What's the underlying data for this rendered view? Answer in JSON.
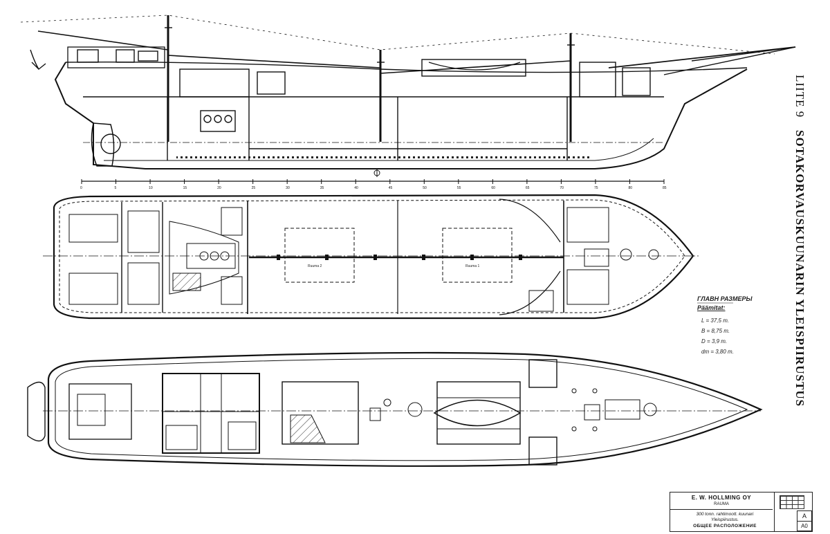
{
  "sheet": {
    "appendix_label": "LIITE 9",
    "title": "SOTAKORVAUSKUUNARIN YLEISPIIRUSTUS"
  },
  "main_dimensions": {
    "heading_ru": "ГЛАВН РАЗМЕРЫ",
    "heading_fi": "Päämitat:",
    "rows": [
      "L = 37,5 m.",
      "B = 8,75 m.",
      "D = 3,9 m.",
      "dm = 3,80 m."
    ]
  },
  "title_block": {
    "company": "E. W. HOLLMING OY",
    "city": "RAUMA",
    "description_line1": "300 tonn. rahtimoott. kuunari",
    "description_line2": "Yleispiirustus.",
    "description_line3": "ОБЩЕЕ РАСПОЛОЖЕНИЕ",
    "sheet_letter": "A",
    "sheet_code": "A0"
  },
  "compartments": {
    "hold_1": "Ruuma 1",
    "hold_2": "Ruuma 2"
  },
  "frame_scale": {
    "labels": [
      "0",
      "5",
      "10",
      "15",
      "20",
      "25",
      "30",
      "35",
      "40",
      "45",
      "50",
      "55",
      "60",
      "65",
      "70",
      "75",
      "80",
      "85"
    ]
  }
}
